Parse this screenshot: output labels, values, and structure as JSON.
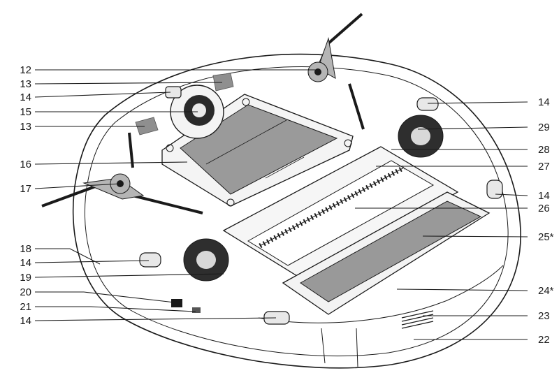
{
  "callouts": {
    "left": [
      {
        "id": "12",
        "label": "12"
      },
      {
        "id": "13a",
        "label": "13"
      },
      {
        "id": "14a",
        "label": "14"
      },
      {
        "id": "15",
        "label": "15"
      },
      {
        "id": "13b",
        "label": "13"
      },
      {
        "id": "16",
        "label": "16"
      },
      {
        "id": "17",
        "label": "17"
      },
      {
        "id": "18",
        "label": "18"
      },
      {
        "id": "14b",
        "label": "14"
      },
      {
        "id": "19",
        "label": "19"
      },
      {
        "id": "20",
        "label": "20"
      },
      {
        "id": "21",
        "label": "21"
      },
      {
        "id": "14c",
        "label": "14"
      }
    ],
    "right": [
      {
        "id": "14d",
        "label": "14"
      },
      {
        "id": "29",
        "label": "29"
      },
      {
        "id": "28",
        "label": "28"
      },
      {
        "id": "27",
        "label": "27"
      },
      {
        "id": "14e",
        "label": "14"
      },
      {
        "id": "26",
        "label": "26"
      },
      {
        "id": "25",
        "label": "25*"
      },
      {
        "id": "24",
        "label": "24*"
      },
      {
        "id": "23",
        "label": "23"
      },
      {
        "id": "22",
        "label": "22"
      }
    ]
  }
}
